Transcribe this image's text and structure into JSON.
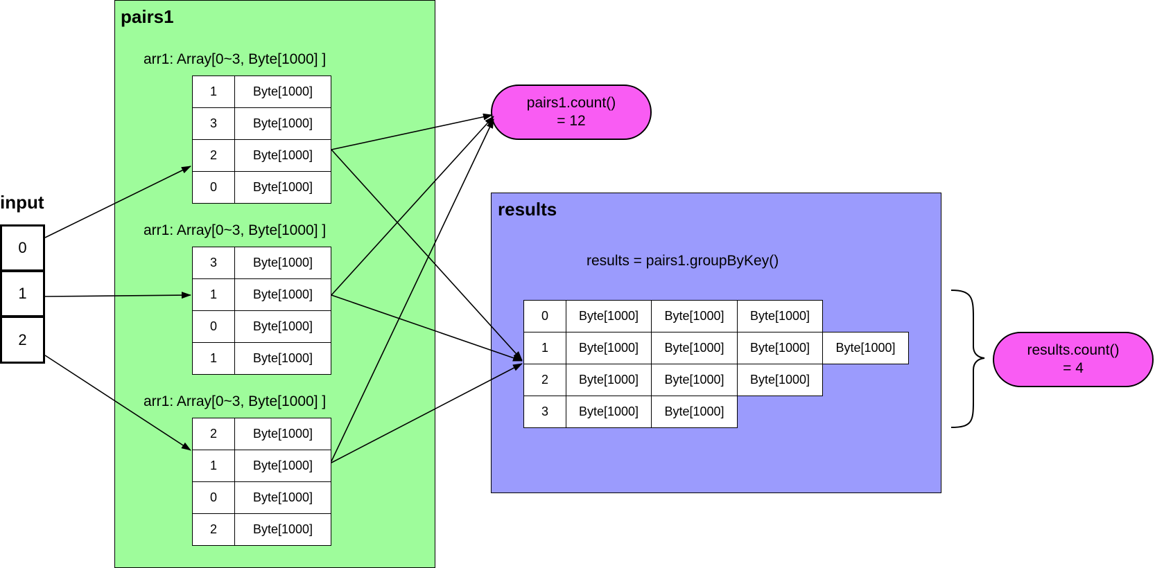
{
  "input": {
    "label": "input",
    "cells": [
      "0",
      "1",
      "2"
    ]
  },
  "pairs1": {
    "label": "pairs1",
    "arrays": [
      {
        "caption": "arr1: Array[0~3, Byte[1000] ]",
        "rows": [
          {
            "key": "1",
            "value": "Byte[1000]"
          },
          {
            "key": "3",
            "value": "Byte[1000]"
          },
          {
            "key": "2",
            "value": "Byte[1000]"
          },
          {
            "key": "0",
            "value": "Byte[1000]"
          }
        ]
      },
      {
        "caption": "arr1: Array[0~3, Byte[1000] ]",
        "rows": [
          {
            "key": "3",
            "value": "Byte[1000]"
          },
          {
            "key": "1",
            "value": "Byte[1000]"
          },
          {
            "key": "0",
            "value": "Byte[1000]"
          },
          {
            "key": "1",
            "value": "Byte[1000]"
          }
        ]
      },
      {
        "caption": "arr1: Array[0~3, Byte[1000] ]",
        "rows": [
          {
            "key": "2",
            "value": "Byte[1000]"
          },
          {
            "key": "1",
            "value": "Byte[1000]"
          },
          {
            "key": "0",
            "value": "Byte[1000]"
          },
          {
            "key": "2",
            "value": "Byte[1000]"
          }
        ]
      }
    ]
  },
  "pairs_count": {
    "line1": "pairs1.count()",
    "line2": "= 12"
  },
  "results": {
    "label": "results",
    "caption": "results = pairs1.groupByKey()",
    "rows": [
      {
        "key": "0",
        "values": [
          "Byte[1000]",
          "Byte[1000]",
          "Byte[1000]"
        ]
      },
      {
        "key": "1",
        "values": [
          "Byte[1000]",
          "Byte[1000]",
          "Byte[1000]",
          "Byte[1000]"
        ]
      },
      {
        "key": "2",
        "values": [
          "Byte[1000]",
          "Byte[1000]",
          "Byte[1000]"
        ]
      },
      {
        "key": "3",
        "values": [
          "Byte[1000]",
          "Byte[1000]"
        ]
      }
    ]
  },
  "results_count": {
    "line1": "results.count()",
    "line2": "= 4"
  },
  "colors": {
    "pairs_bg": "#9efc9b",
    "results_bg": "#9b9bfd",
    "pill_bg": "#f95cf3"
  }
}
